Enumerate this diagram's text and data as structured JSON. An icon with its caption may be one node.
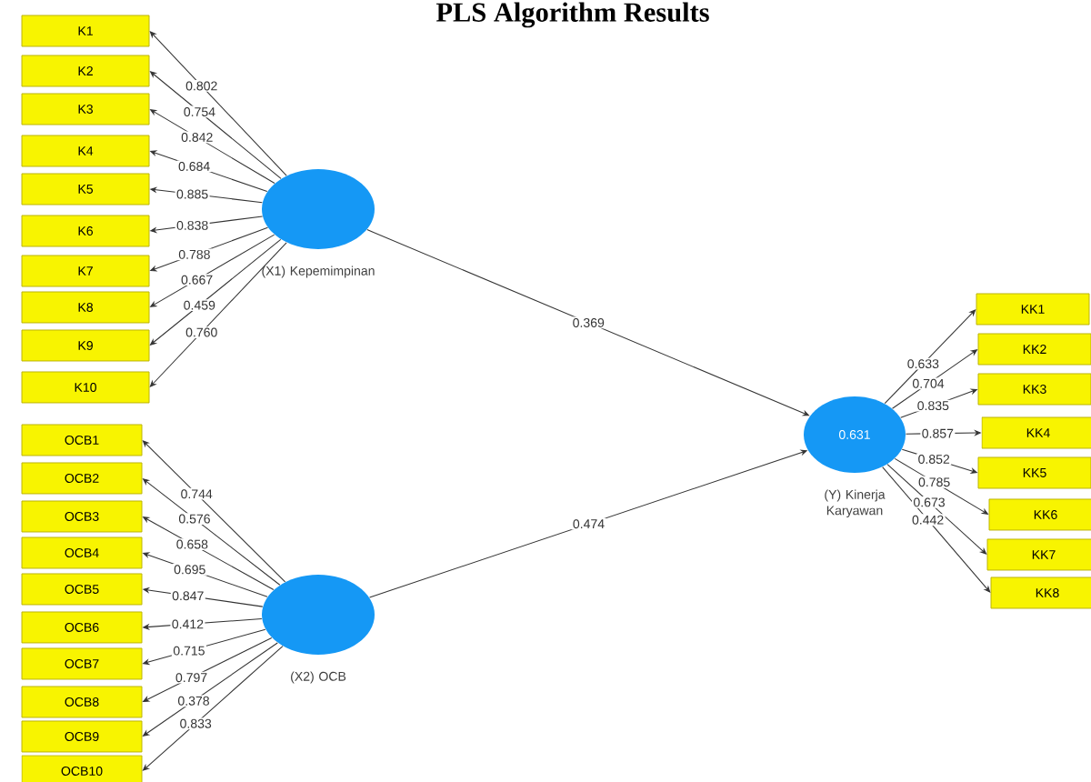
{
  "diagram": {
    "title": "PLS Algorithm Results",
    "nodes": [
      {
        "text": [
          "K1"
        ]
      },
      {
        "text": [
          "K2"
        ]
      },
      {
        "text": [
          "K3"
        ]
      },
      {
        "text": [
          "K4"
        ]
      },
      {
        "text": [
          "K5"
        ]
      },
      {
        "text": [
          "K6"
        ]
      },
      {
        "text": [
          "K7"
        ]
      },
      {
        "text": [
          "K8"
        ]
      },
      {
        "text": [
          "K9"
        ]
      },
      {
        "text": [
          "K10"
        ]
      },
      {
        "text": [
          "(X1) Kepemimpinan"
        ]
      },
      {
        "text": [
          "OCB1"
        ]
      },
      {
        "text": [
          "OCB2"
        ]
      },
      {
        "text": [
          "OCB3"
        ]
      },
      {
        "text": [
          "OCB4"
        ]
      },
      {
        "text": [
          "OCB5"
        ]
      },
      {
        "text": [
          "OCB6"
        ]
      },
      {
        "text": [
          "OCB7"
        ]
      },
      {
        "text": [
          "OCB8"
        ]
      },
      {
        "text": [
          "OCB9"
        ]
      },
      {
        "text": [
          "OCB10"
        ]
      },
      {
        "text": [
          "(X2) OCB"
        ]
      },
      {
        "text": [
          "0.631",
          "(Y) Kinerja Karyawan"
        ]
      },
      {
        "text": [
          "KK1"
        ]
      },
      {
        "text": [
          "KK2"
        ]
      },
      {
        "text": [
          "KK3"
        ]
      },
      {
        "text": [
          "KK4"
        ]
      },
      {
        "text": [
          "KK5"
        ]
      },
      {
        "text": [
          "KK6"
        ]
      },
      {
        "text": [
          "KK7"
        ]
      },
      {
        "text": [
          "KK8"
        ]
      }
    ],
    "edges": [
      {
        "from": 10,
        "to": 0,
        "arrow": "to",
        "label": "0.802"
      },
      {
        "from": 10,
        "to": 1,
        "arrow": "to",
        "label": "0.754"
      },
      {
        "from": 10,
        "to": 2,
        "arrow": "to",
        "label": "0.842"
      },
      {
        "from": 10,
        "to": 3,
        "arrow": "to",
        "label": "0.684"
      },
      {
        "from": 10,
        "to": 4,
        "arrow": "to",
        "label": "0.885"
      },
      {
        "from": 10,
        "to": 5,
        "arrow": "to",
        "label": "0.838"
      },
      {
        "from": 10,
        "to": 6,
        "arrow": "to",
        "label": "0.788"
      },
      {
        "from": 10,
        "to": 7,
        "arrow": "to",
        "label": "0.667"
      },
      {
        "from": 10,
        "to": 8,
        "arrow": "to",
        "label": "0.459"
      },
      {
        "from": 10,
        "to": 9,
        "arrow": "to",
        "label": "0.760"
      },
      {
        "from": 21,
        "to": 11,
        "arrow": "to",
        "label": "0.744"
      },
      {
        "from": 21,
        "to": 12,
        "arrow": "to",
        "label": "0.576"
      },
      {
        "from": 21,
        "to": 13,
        "arrow": "to",
        "label": "0.658"
      },
      {
        "from": 21,
        "to": 14,
        "arrow": "to",
        "label": "0.695"
      },
      {
        "from": 21,
        "to": 15,
        "arrow": "to",
        "label": "0.847"
      },
      {
        "from": 21,
        "to": 16,
        "arrow": "to",
        "label": "0.412"
      },
      {
        "from": 21,
        "to": 17,
        "arrow": "to",
        "label": "0.715"
      },
      {
        "from": 21,
        "to": 18,
        "arrow": "to",
        "label": "0.797"
      },
      {
        "from": 21,
        "to": 19,
        "arrow": "to",
        "label": "0.378"
      },
      {
        "from": 21,
        "to": 20,
        "arrow": "to",
        "label": "0.833"
      },
      {
        "from": 10,
        "to": 22,
        "arrow": "to",
        "label": "0.369"
      },
      {
        "from": 21,
        "to": 22,
        "arrow": "to",
        "label": "0.474"
      },
      {
        "from": 22,
        "to": 23,
        "arrow": "to",
        "label": "0.633"
      },
      {
        "from": 22,
        "to": 24,
        "arrow": "to",
        "label": "0.704"
      },
      {
        "from": 22,
        "to": 25,
        "arrow": "to",
        "label": "0.835"
      },
      {
        "from": 22,
        "to": 26,
        "arrow": "to",
        "label": "0.857"
      },
      {
        "from": 22,
        "to": 27,
        "arrow": "to",
        "label": "0.852"
      },
      {
        "from": 22,
        "to": 28,
        "arrow": "to",
        "label": "0.785"
      },
      {
        "from": 22,
        "to": 29,
        "arrow": "to",
        "label": "0.673"
      },
      {
        "from": 22,
        "to": 30,
        "arrow": "to",
        "label": "0.442"
      }
    ]
  }
}
